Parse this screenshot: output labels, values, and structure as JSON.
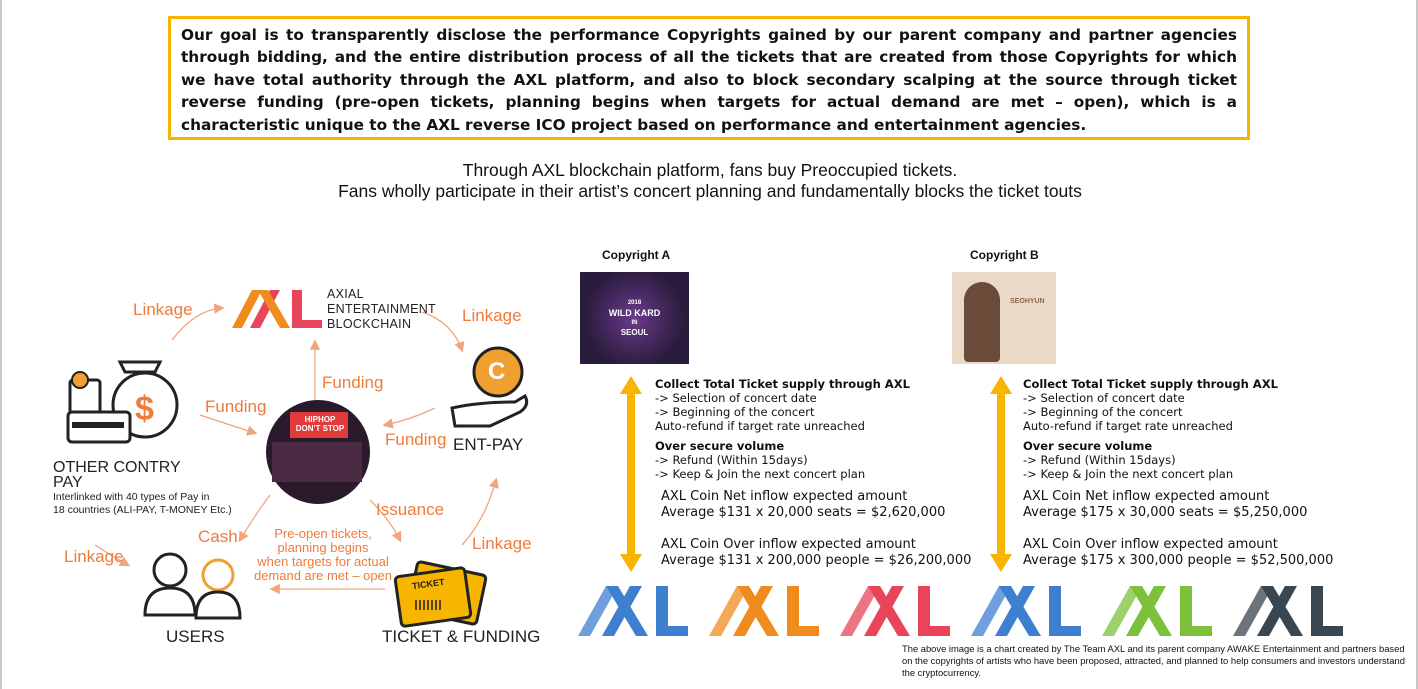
{
  "goal": {
    "text": "Our goal is to transparently disclose the performance Copyrights gained by our parent company and partner agencies through bidding, and the entire distribution process of all the tickets that are created from those Copyrights for which we have total authority through the AXL platform, and also to block secondary scalping at the source through ticket reverse funding (pre-open tickets, planning begins when targets for actual demand are met – open), which is a characteristic unique to the AXL reverse ICO project based on performance and entertainment agencies."
  },
  "subtitle": {
    "line1": "Through AXL blockchain platform, fans buy Preoccupied tickets.",
    "line2": "Fans wholly participate in their artist’s concert planning and fundamentally blocks the ticket touts"
  },
  "diagram": {
    "axl_logo": "AXL",
    "axl_sub": [
      "AXIAL",
      "ENTERTAINMENT",
      "BLOCKCHAIN"
    ],
    "linkage": "Linkage",
    "funding": "Funding",
    "issuance": "Issuance",
    "cash": "Cash",
    "ent_pay": "ENT-PAY",
    "coin_letter": "C",
    "other_country": [
      "OTHER CONTRY",
      "PAY"
    ],
    "other_country_note": [
      "Interlinked with 40 types of Pay in",
      "18 countries (ALI-PAY, T-MONEY Etc.)"
    ],
    "users": "USERS",
    "ticket_funding": "TICKET & FUNDING",
    "ticket_word": "TICKET",
    "preopen": [
      "Pre-open tickets,",
      "planning begins",
      "when targets for actual",
      "demand are met – open"
    ],
    "poster_title": [
      "HIPHOP",
      "DON'T STOP"
    ]
  },
  "copyrights": [
    {
      "caption": "Copyright A",
      "poster": [
        "2018",
        "WILD KARD",
        "IN",
        "SEOUL"
      ],
      "collect_title": "Collect Total Ticket supply through AXL",
      "collect_items": [
        "-> Selection of concert date",
        "-> Beginning of the concert",
        "Auto-refund if target rate unreached"
      ],
      "over_title": "Over secure volume",
      "over_items": [
        "-> Refund (Within 15days)",
        "-> Keep & Join the next concert plan"
      ],
      "net_title": "AXL Coin Net inflow expected amount",
      "net_value": "Average $131 x 20,000 seats = $2,620,000",
      "over_inflow_title": "AXL Coin Over inflow expected amount",
      "over_inflow_value": "Average $131 x 200,000 people = $26,200,000"
    },
    {
      "caption": "Copyright B",
      "poster": [
        "SEOHYUN"
      ],
      "collect_title": "Collect Total Ticket supply through AXL",
      "collect_items": [
        "-> Selection of concert date",
        "-> Beginning of the concert",
        "Auto-refund if target rate unreached"
      ],
      "over_title": "Over secure volume",
      "over_items": [
        "-> Refund (Within 15days)",
        "-> Keep & Join the next concert plan"
      ],
      "net_title": "AXL Coin Net inflow expected amount",
      "net_value": "Average $175 x 30,000 seats = $5,250,000",
      "over_inflow_title": "AXL Coin Over inflow expected amount",
      "over_inflow_value": "Average $175 x 300,000 people = $52,500,000"
    }
  ],
  "logos": {
    "text": "AXL",
    "colors": [
      "#3f7fd0",
      "#f08c1e",
      "#e8445a",
      "#3f7fd0",
      "#7dc13b",
      "#3a4650"
    ]
  },
  "colors": {
    "accent_orange": "#ef7b3c",
    "goal_border": "#f4b400",
    "arrow_yellow": "#f7b500"
  },
  "footnote": "The above image is a chart created by The Team AXL and its parent company AWAKE Entertainment and partners based on the copyrights of artists who have been proposed, attracted, and planned to help consumers and investors understand the cryptocurrency."
}
